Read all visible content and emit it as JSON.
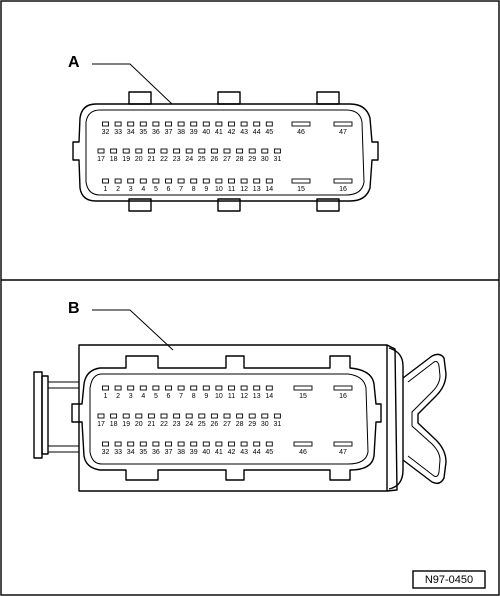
{
  "views": {
    "top": {
      "label": "A",
      "rows": [
        {
          "pins": [
            "32",
            "33",
            "34",
            "35",
            "36",
            "37",
            "38",
            "39",
            "40",
            "41",
            "42",
            "43",
            "44",
            "45"
          ],
          "extra": [
            "46",
            "47"
          ]
        },
        {
          "pins": [
            "17",
            "18",
            "19",
            "20",
            "21",
            "22",
            "23",
            "24",
            "25",
            "26",
            "27",
            "28",
            "29",
            "30",
            "31"
          ],
          "extra": []
        },
        {
          "pins": [
            "1",
            "2",
            "3",
            "4",
            "5",
            "6",
            "7",
            "8",
            "9",
            "10",
            "11",
            "12",
            "13",
            "14"
          ],
          "extra": [
            "15",
            "16"
          ]
        }
      ]
    },
    "bottom": {
      "label": "B",
      "rows": [
        {
          "pins": [
            "1",
            "2",
            "3",
            "4",
            "5",
            "6",
            "7",
            "8",
            "9",
            "10",
            "11",
            "12",
            "13",
            "14"
          ],
          "extra": [
            "15",
            "16"
          ]
        },
        {
          "pins": [
            "17",
            "18",
            "19",
            "20",
            "21",
            "22",
            "23",
            "24",
            "25",
            "26",
            "27",
            "28",
            "29",
            "30",
            "31"
          ],
          "extra": []
        },
        {
          "pins": [
            "32",
            "33",
            "34",
            "35",
            "36",
            "37",
            "38",
            "39",
            "40",
            "41",
            "42",
            "43",
            "44",
            "45"
          ],
          "extra": [
            "46",
            "47"
          ]
        }
      ]
    }
  },
  "figure_reference": "N97-0450"
}
